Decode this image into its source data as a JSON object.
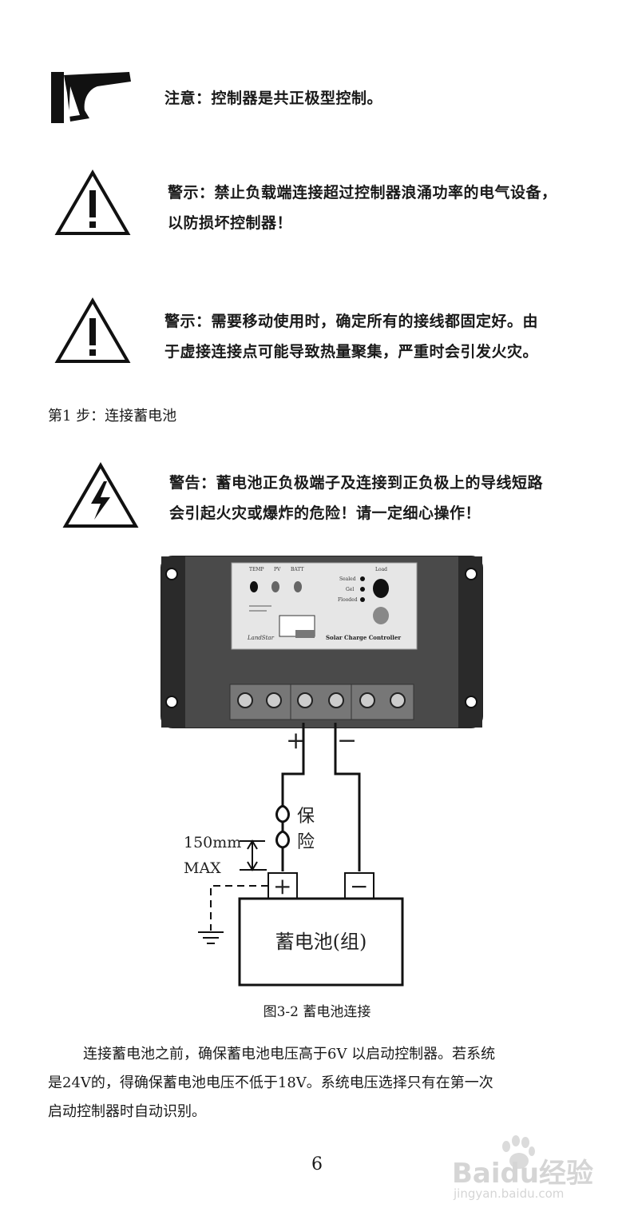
{
  "notices": [
    {
      "label": "注意：",
      "text": "控制器是共正极型控制。"
    },
    {
      "label": "警示：",
      "lines": [
        "禁止负载端连接超过控制器浪涌功率的电气设备，",
        "以防损坏控制器！"
      ]
    },
    {
      "label": "警示：",
      "lines": [
        "需要移动使用时，确定所有的接线都固定好。由",
        "于虚接连接点可能导致热量聚集，严重时会引发火灾。"
      ]
    }
  ],
  "step": {
    "title": "第1 步：连接蓄电池"
  },
  "warning": {
    "label": "警告：",
    "lines": [
      "蓄电池正负极端子及连接到正负极上的导线短路",
      "会引起火灾或爆炸的危险！请一定细心操作！"
    ]
  },
  "diagram": {
    "panel": {
      "labels": [
        "TEMP",
        "PV",
        "BATT",
        "Load"
      ],
      "modes": [
        "Sealed",
        "Gel",
        "Flooded"
      ],
      "brand": "LandStar",
      "product": "Solar Charge Controller"
    },
    "plus": "+",
    "minus": "−",
    "fuse": [
      "保",
      "险"
    ],
    "distance": [
      "150mm",
      "MAX"
    ],
    "battery": "蓄电池(组)",
    "terminal_plus": "+",
    "terminal_minus": "−"
  },
  "figure_caption": "图3-2  蓄电池连接",
  "body_lines": [
    "连接蓄电池之前，确保蓄电池电压高于6V  以启动控制器。若系统",
    "是24V的，得确保蓄电池电压不低于18V。系统电压选择只有在第一次",
    "启动控制器时自动识别。"
  ],
  "page_number": "6",
  "watermark": {
    "brand": "Baidu经验",
    "url": "jingyan.baidu.com"
  }
}
